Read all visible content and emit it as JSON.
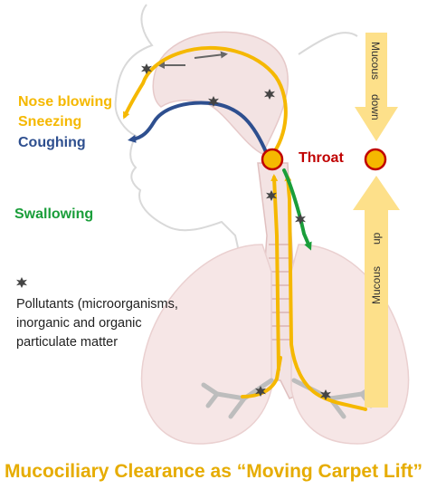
{
  "labels": {
    "nose_blowing": "Nose blowing",
    "sneezing": "Sneezing",
    "coughing": "Coughing",
    "throat": "Throat",
    "swallowing": "Swallowing"
  },
  "legend": {
    "line1": "Pollutants (microorganisms,",
    "line2": "inorganic  and organic",
    "line3": "particulate matter"
  },
  "mucous": {
    "down_word1": "Mucous",
    "down_word2": "down",
    "up_word1": "up",
    "up_word2": "Mucous"
  },
  "caption": "Mucociliary Clearance as “Moving Carpet Lift”",
  "colors": {
    "yellow_path": "#f5b800",
    "blue_path": "#2e4f8f",
    "green_path": "#1a9e3a",
    "throat_red": "#c00000",
    "caption_gold": "#e6ac00",
    "mucous_arrow": "#fde08a",
    "anatomy": "#f3e3e3"
  },
  "icons": [
    "pollutant-particle-icon",
    "throat-marker-icon"
  ]
}
